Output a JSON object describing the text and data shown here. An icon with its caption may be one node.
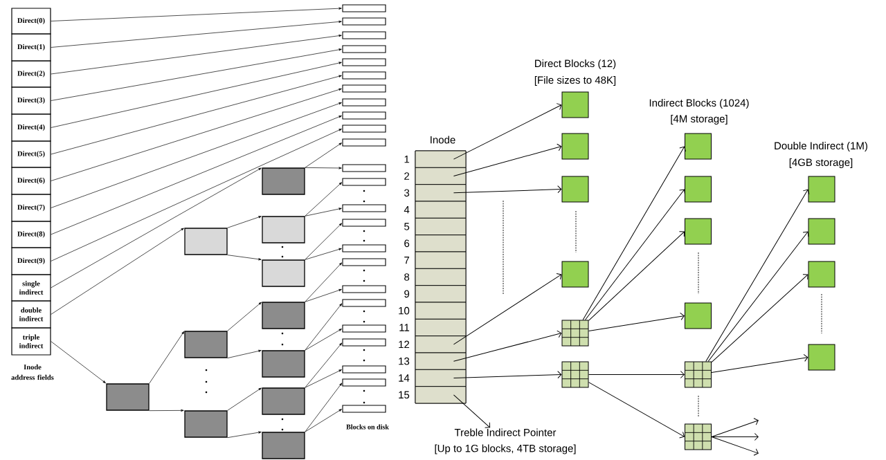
{
  "diagram": {
    "nodes": [
      {
        "text": [
          "Direct(0)"
        ]
      },
      {
        "text": [
          "Direct(1)"
        ]
      },
      {
        "text": [
          "Direct(2)"
        ]
      },
      {
        "text": [
          "Direct(3)"
        ]
      },
      {
        "text": [
          "Direct(4)"
        ]
      },
      {
        "text": [
          "Direct(5)"
        ]
      },
      {
        "text": [
          "Direct(6)"
        ]
      },
      {
        "text": [
          "Direct(7)"
        ]
      },
      {
        "text": [
          "Direct(8)"
        ]
      },
      {
        "text": [
          "Direct(9)"
        ]
      },
      {
        "text": [
          "single indirect"
        ]
      },
      {
        "text": [
          "double indirect"
        ]
      },
      {
        "text": [
          "triple indirect"
        ]
      },
      {
        "text": [],
        "shape": "box"
      },
      {
        "text": [],
        "shape": "box"
      },
      {
        "text": [],
        "shape": "box"
      },
      {
        "text": [],
        "shape": "box"
      },
      {
        "text": [],
        "shape": "box"
      },
      {
        "text": [],
        "shape": "box"
      },
      {
        "text": [],
        "shape": "box"
      },
      {
        "text": [],
        "shape": "box"
      },
      {
        "text": [],
        "shape": "box"
      },
      {
        "text": [],
        "shape": "box"
      },
      {
        "text": [],
        "shape": "box"
      },
      {
        "text": [],
        "shape": "box"
      },
      {
        "text": [],
        "shape": "box"
      },
      {
        "text": [],
        "shape": "box"
      },
      {
        "text": [],
        "shape": "box"
      },
      {
        "text": [],
        "shape": "box"
      },
      {
        "text": [],
        "shape": "box"
      },
      {
        "text": [],
        "shape": "box"
      },
      {
        "text": [],
        "shape": "box"
      },
      {
        "text": [],
        "shape": "box"
      },
      {
        "text": [],
        "shape": "box"
      },
      {
        "text": [],
        "shape": "box"
      },
      {
        "text": [],
        "shape": "box"
      },
      {
        "text": [],
        "shape": "box"
      },
      {
        "text": [],
        "shape": "box"
      },
      {
        "text": [],
        "shape": "box"
      },
      {
        "text": [],
        "shape": "box"
      },
      {
        "text": [],
        "shape": "box"
      },
      {
        "text": [],
        "shape": "box"
      },
      {
        "text": [],
        "shape": "box"
      },
      {
        "text": [],
        "shape": "box"
      },
      {
        "text": [],
        "shape": "box"
      },
      {
        "text": [],
        "shape": "box"
      },
      {
        "text": [],
        "shape": "box"
      },
      {
        "text": [],
        "shape": "box"
      },
      {
        "text": [
          "Inode"
        ]
      },
      {
        "text": [],
        "shape": "box",
        "beside": [
          "1"
        ],
        "in": 48
      },
      {
        "text": [],
        "shape": "box",
        "beside": [
          "2"
        ],
        "in": 48
      },
      {
        "text": [],
        "shape": "box",
        "beside": [
          "3"
        ],
        "in": 48
      },
      {
        "text": [],
        "shape": "box",
        "beside": [
          "4"
        ],
        "in": 48
      },
      {
        "text": [],
        "shape": "box",
        "beside": [
          "5"
        ],
        "in": 48
      },
      {
        "text": [],
        "shape": "box",
        "beside": [
          "6"
        ],
        "in": 48
      },
      {
        "text": [],
        "shape": "box",
        "beside": [
          "7"
        ],
        "in": 48
      },
      {
        "text": [],
        "shape": "box",
        "beside": [
          "8"
        ],
        "in": 48
      },
      {
        "text": [],
        "shape": "box",
        "beside": [
          "9"
        ],
        "in": 48
      },
      {
        "text": [],
        "shape": "box",
        "beside": [
          "10"
        ],
        "in": 48
      },
      {
        "text": [],
        "shape": "box",
        "beside": [
          "11"
        ],
        "in": 48
      },
      {
        "text": [],
        "shape": "box",
        "beside": [
          "12"
        ],
        "in": 48
      },
      {
        "text": [],
        "shape": "box",
        "beside": [
          "13"
        ],
        "in": 48
      },
      {
        "text": [],
        "shape": "box",
        "beside": [
          "14"
        ],
        "in": 48
      },
      {
        "text": [],
        "shape": "box",
        "beside": [
          "15"
        ],
        "in": 48
      },
      {
        "text": [],
        "shape": "box"
      },
      {
        "text": [],
        "shape": "box"
      },
      {
        "text": [],
        "shape": "box"
      },
      {
        "text": [],
        "shape": "box"
      },
      {
        "text": [],
        "shape": "grid"
      },
      {
        "text": [],
        "shape": "grid"
      },
      {
        "text": [],
        "shape": "box"
      },
      {
        "text": [],
        "shape": "box"
      },
      {
        "text": [],
        "shape": "box"
      },
      {
        "text": [],
        "shape": "box"
      },
      {
        "text": [],
        "shape": "grid"
      },
      {
        "text": [],
        "shape": "grid"
      },
      {
        "text": [],
        "shape": "box"
      },
      {
        "text": [],
        "shape": "box"
      },
      {
        "text": [],
        "shape": "box"
      },
      {
        "text": [],
        "shape": "box"
      },
      {
        "text": [
          "Treble Indirect Pointer",
          "[Up to 1G blocks, 4TB storage]"
        ]
      }
    ],
    "edges": [
      {
        "from": 0,
        "to": 24,
        "arrow": "to"
      },
      {
        "from": 1,
        "to": 25,
        "arrow": "to"
      },
      {
        "from": 2,
        "to": 26,
        "arrow": "to"
      },
      {
        "from": 3,
        "to": 27,
        "arrow": "to"
      },
      {
        "from": 4,
        "to": 28,
        "arrow": "to"
      },
      {
        "from": 5,
        "to": 29,
        "arrow": "to"
      },
      {
        "from": 6,
        "to": 30,
        "arrow": "to"
      },
      {
        "from": 7,
        "to": 31,
        "arrow": "to"
      },
      {
        "from": 8,
        "to": 32,
        "arrow": "to"
      },
      {
        "from": 9,
        "to": 33,
        "arrow": "to"
      },
      {
        "from": 10,
        "to": 17,
        "arrow": "to"
      },
      {
        "from": 11,
        "to": 14,
        "arrow": "to"
      },
      {
        "from": 12,
        "to": 13,
        "arrow": "to"
      },
      {
        "from": 17,
        "to": 34,
        "arrow": "to"
      },
      {
        "from": 17,
        "to": 35,
        "arrow": "to"
      },
      {
        "from": 14,
        "to": 18,
        "arrow": "to"
      },
      {
        "from": 14,
        "to": 19,
        "arrow": "to"
      },
      {
        "from": 18,
        "to": 36,
        "arrow": "to"
      },
      {
        "from": 18,
        "to": 37,
        "arrow": "to"
      },
      {
        "from": 19,
        "to": 38,
        "arrow": "to"
      },
      {
        "from": 19,
        "to": 39,
        "arrow": "to"
      },
      {
        "from": 13,
        "to": 15,
        "arrow": "to"
      },
      {
        "from": 13,
        "to": 16,
        "arrow": "to"
      },
      {
        "from": 15,
        "to": 20,
        "arrow": "to"
      },
      {
        "from": 15,
        "to": 21,
        "arrow": "to"
      },
      {
        "from": 16,
        "to": 22,
        "arrow": "to"
      },
      {
        "from": 16,
        "to": 23,
        "arrow": "to"
      },
      {
        "from": 20,
        "to": 40,
        "arrow": "to"
      },
      {
        "from": 20,
        "to": 41,
        "arrow": "to"
      },
      {
        "from": 21,
        "to": 42,
        "arrow": "to"
      },
      {
        "from": 21,
        "to": 43,
        "arrow": "to"
      },
      {
        "from": 22,
        "to": 44,
        "arrow": "to"
      },
      {
        "from": 22,
        "to": 45,
        "arrow": "to"
      },
      {
        "from": 23,
        "to": 46,
        "arrow": "to"
      },
      {
        "from": 23,
        "to": 47,
        "arrow": "to"
      },
      {
        "from": 49,
        "to": 64,
        "arrow": "to"
      },
      {
        "from": 50,
        "to": 65,
        "arrow": "to"
      },
      {
        "from": 51,
        "to": 66,
        "arrow": "to"
      },
      {
        "from": 60,
        "to": 67,
        "arrow": "to"
      },
      {
        "from": 61,
        "to": 68,
        "arrow": "to"
      },
      {
        "from": 62,
        "to": 69,
        "arrow": "to"
      },
      {
        "from": 63,
        "to": 80,
        "arrow": "to"
      },
      {
        "from": 68,
        "to": 70,
        "arrow": "to"
      },
      {
        "from": 68,
        "to": 71,
        "arrow": "to"
      },
      {
        "from": 68,
        "to": 72,
        "arrow": "to"
      },
      {
        "from": 68,
        "to": 73,
        "arrow": "to"
      },
      {
        "from": 69,
        "to": 74,
        "arrow": "to"
      },
      {
        "from": 69,
        "to": 75,
        "arrow": "to"
      },
      {
        "from": 74,
        "to": 76,
        "arrow": "to"
      },
      {
        "from": 74,
        "to": 77,
        "arrow": "to"
      },
      {
        "from": 74,
        "to": 78,
        "arrow": "to"
      },
      {
        "from": 74,
        "to": 79,
        "arrow": "to"
      },
      {
        "from": 75,
        "to": null,
        "arrow": "to"
      },
      {
        "from": 75,
        "to": null,
        "arrow": "to"
      },
      {
        "from": 75,
        "to": null,
        "arrow": "to"
      }
    ],
    "labels": [
      "Inode address fields",
      "Blocks on disk",
      "Direct Blocks (12)",
      "[File sizes to 48K]",
      "Indirect Blocks (1024)",
      "[4M storage]",
      "Double Indirect (1M)",
      "[4GB storage]"
    ]
  }
}
